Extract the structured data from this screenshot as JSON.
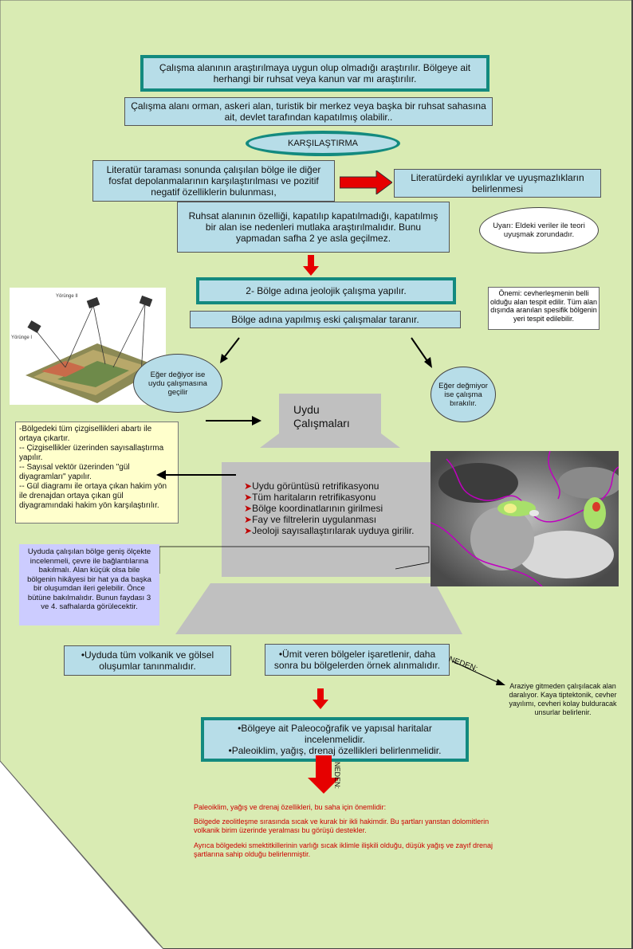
{
  "colors": {
    "page": "#d9ebb3",
    "box": "#b7dde8",
    "teal_border": "#138a7f",
    "arrow_red": "#e60000",
    "yellow": "#ffffcc",
    "lavender": "#ccccff",
    "gray": "#c0c0c0"
  },
  "boxes": {
    "b1": "Çalışma alanının araştırılmaya uygun olup olmadığı araştırılır. Bölgeye ait herhangi bir ruhsat veya kanun var mı araştırılır.",
    "b2": "Çalışma alanı orman, askeri alan, turistik bir merkez veya başka bir ruhsat sahasına ait, devlet tarafından kapatılmış olabilir..",
    "ellipse_top": "KARŞILAŞTIRMA",
    "b3": "Literatür taraması sonunda çalışılan bölge ile diğer fosfat depolanmalarının karşılaştırılması ve pozitif negatif özelliklerin bulunması,",
    "b4": "Literatürdeki ayrılıklar ve uyuşmazlıkların belirlenmesi",
    "b5": "Ruhsat alanının özelliği, kapatılıp kapatılmadığı, kapatılmış bir alan ise nedenleri mutlaka araştırılmalıdır. Bunu yapmadan safha 2 ye asla geçilmez.",
    "warn": "Uyarı: Eldeki veriler ile teori uyuşmak zorundadır.",
    "b6": "2- Bölge adına jeolojik çalışma yapılır.",
    "note1": "Önemi: cevherleşmenin belli olduğu alan tespit edilir. Tüm alan dışında aranılan spesifik bölgenin yeri tespit edilebilir.",
    "b7": "Bölge adına yapılmış eski çalışmalar taranır.",
    "oval_left": "Eğer değiyor ise uydu çalışmasına geçilir",
    "oval_right": "Eğer değmiyor ise çalışma bırakılır.",
    "uydu": "Uydu Çalışmaları",
    "yellow_lines": [
      "-Bölgedeki tüm çizgisellikleri abartı ile ortaya çıkartır.",
      "-- Çizgisellikler üzerinden sayısallaştırma yapılır.",
      "-- Sayısal vektör üzerinden \"gül diyagramları\" yapılır.",
      "-- Gül diagramı ile ortaya çıkan hakim yön ile drenajdan ortaya çıkan gül diyagramındaki hakim yön karşılaştırılır."
    ],
    "steps": [
      "Uydu görüntüsü retrifikasyonu",
      "Tüm haritaların retrifikasyonu",
      "Bölge koordinatlarının girilmesi",
      "Fay ve filtrelerin uygulanması",
      "Jeoloji sayısallaştırılarak uyduya girilir."
    ],
    "lav": "Uyduda çalışılan bölge geniş ölçekte incelenmeli, çevre ile bağlantılarına bakılmalı. Alan küçük olsa bile bölgenin hikâyesi bir hat ya da başka bir oluşumdan ileri gelebilir. Önce bütüne bakılmalıdır. Bunun faydası 3 ve 4. safhalarda görülecektir.",
    "b8": "•Uyduda tüm volkanik ve gölsel oluşumlar tanınmalıdır.",
    "b9": "•Ümit veren bölgeler işaretlenir, daha sonra bu bölgelerden örnek alınmalıdır.",
    "neden1": "NEDEN:",
    "note2": "Araziye gitmeden çalışılacak alan daralıyor. Kaya tiptektonik, cevher yayılımı, cevheri kolay bulduracak unsurlar belirlenir.",
    "b10_l1": "•Bölgeye ait Paleocoğrafik ve yapısal haritalar incelenmelidir.",
    "b10_l2": "•Paleoiklim, yağış, drenaj özellikleri belirlenmelidir.",
    "neden2": "NEDEN:",
    "red1": "Paleoiklim, yağış ve drenaj özellikleri, bu saha için önemlidir:",
    "red2": "Bölgede zeolitleşme sırasında sıcak ve kurak bir ikli hakimdir. Bu şartları yanstan dolomitlerin volkanik birim üzerinde yeralması bu görüşü destekler.",
    "red3": "Ayrıca bölgedeki smektitkillerinin varlığı sıcak iklimle ilişkili olduğu, düşük yağış ve zayıf drenaj şartlarına sahip olduğu belirlenmiştir."
  }
}
